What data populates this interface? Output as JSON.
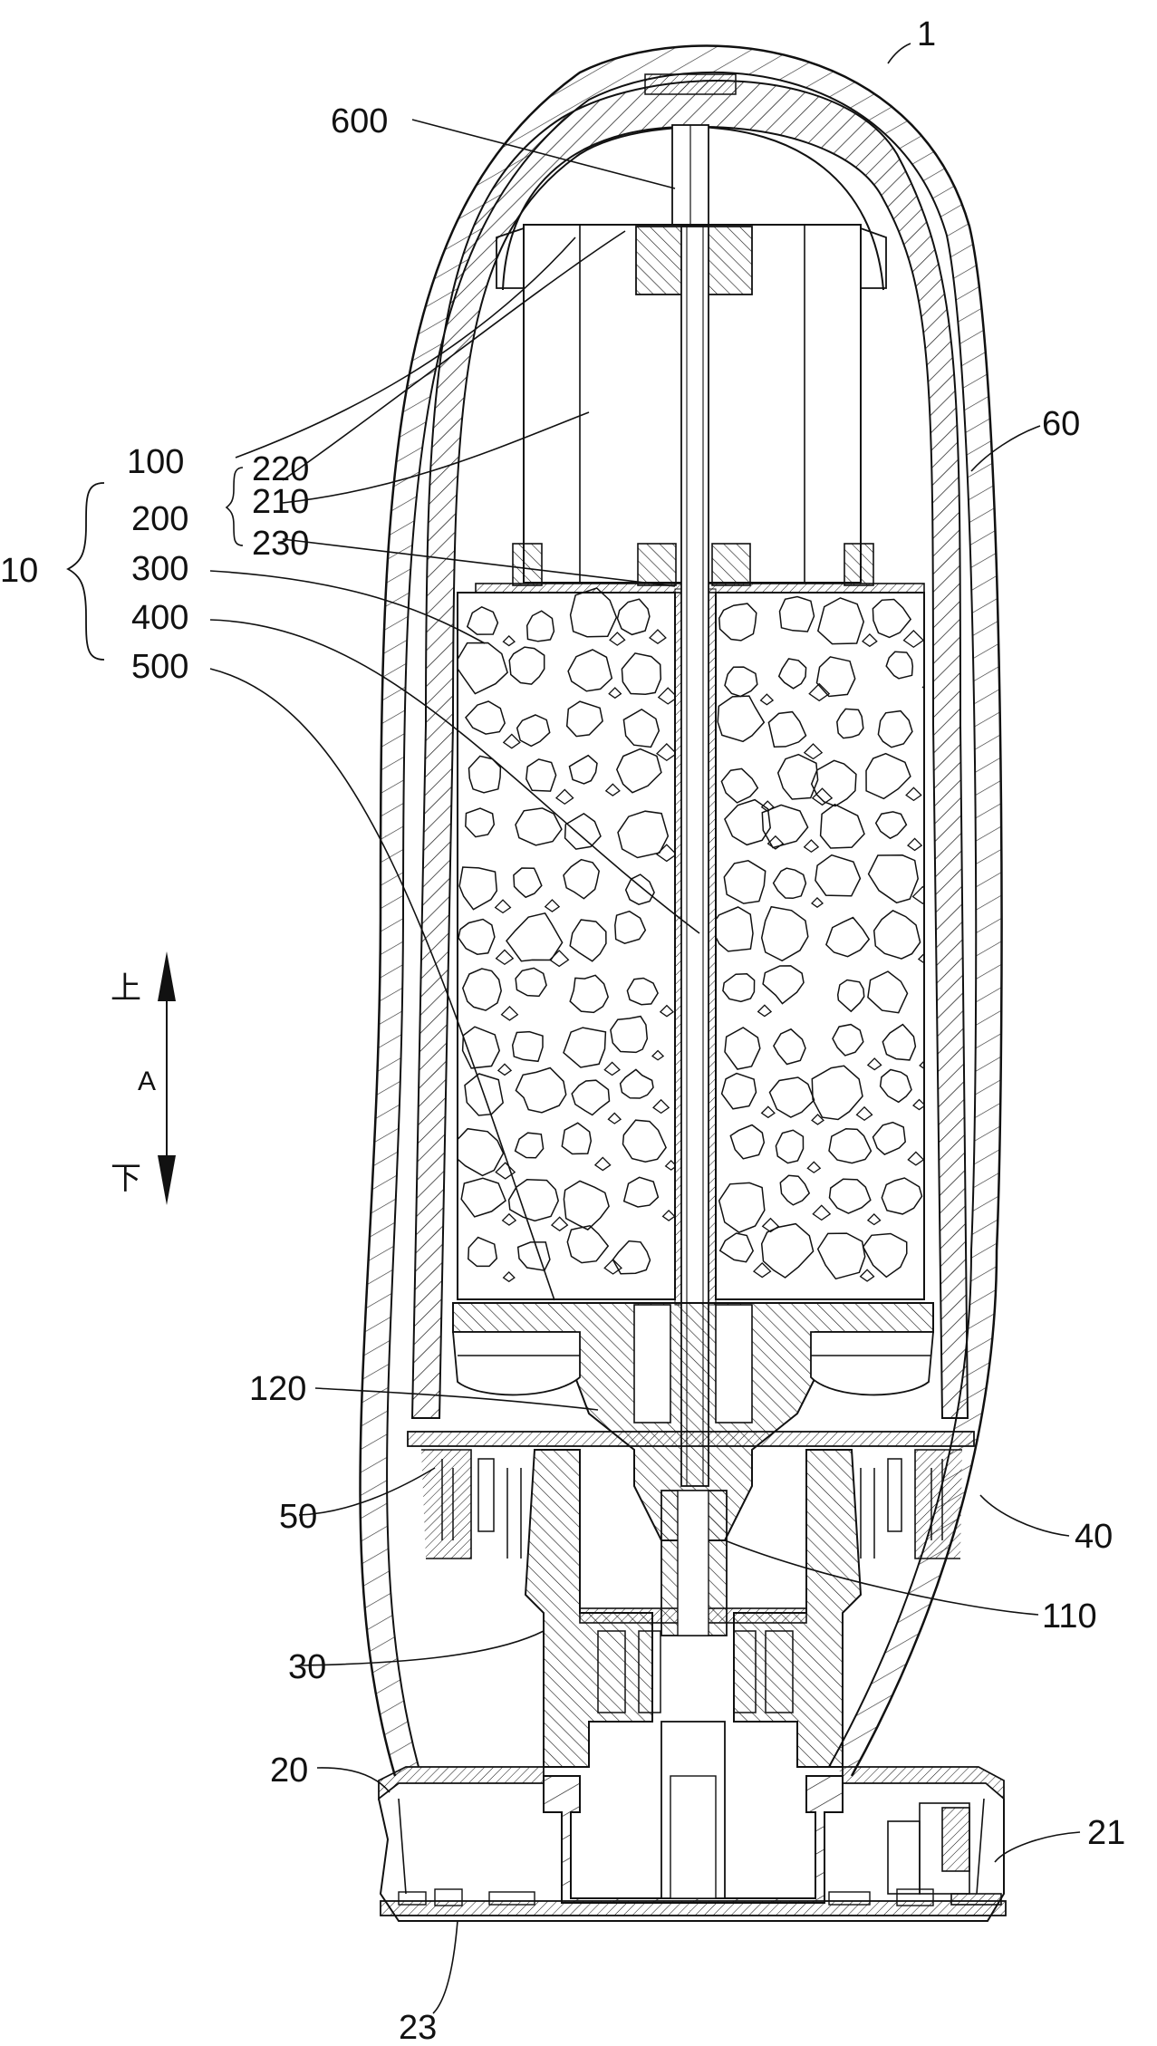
{
  "labels": {
    "n1": "1",
    "n600": "600",
    "n60": "60",
    "n100": "100",
    "n220": "220",
    "n210": "210",
    "n200": "200",
    "n230": "230",
    "n10": "10",
    "n300": "300",
    "n400": "400",
    "n500": "500",
    "n120": "120",
    "n50": "50",
    "n40": "40",
    "n110": "110",
    "n30": "30",
    "n20": "20",
    "n21": "21",
    "n23": "23"
  },
  "direction": {
    "up": "上",
    "axis": "A",
    "down": "下"
  },
  "colors": {
    "line": "#111111",
    "background": "#ffffff"
  }
}
